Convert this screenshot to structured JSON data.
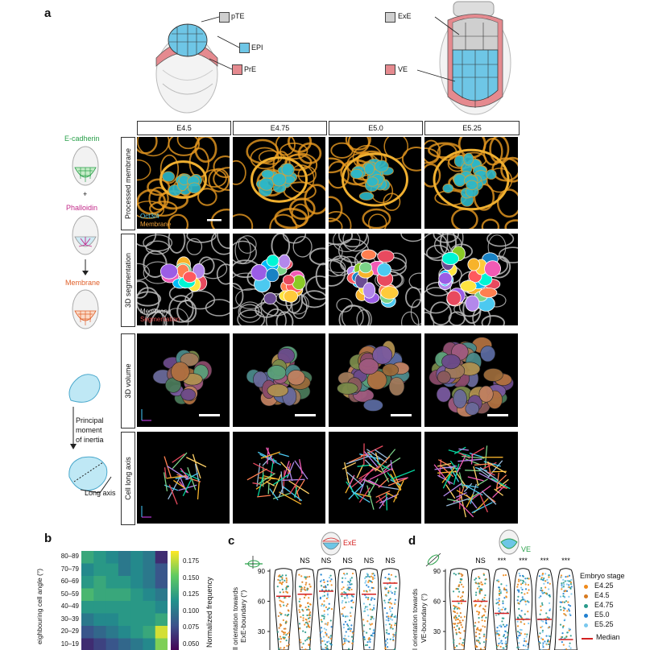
{
  "panel_letters": {
    "a": "a",
    "b": "b",
    "c": "c",
    "d": "d"
  },
  "top_schematic": {
    "left_labels": [
      "pTE",
      "EPI",
      "PrE"
    ],
    "right_labels": [
      "ExE",
      "VE"
    ],
    "colors": {
      "grey": "#cfcfcf",
      "blue": "#6ec6e6",
      "pink": "#e58a8f"
    }
  },
  "left_schematic": {
    "ecad": "E-cadherin",
    "plus": "+",
    "phalloidin": "Phalloidin",
    "membrane": "Membrane",
    "principal": [
      "Principal",
      "moment",
      "of inertia"
    ],
    "long_axis": "Long axis"
  },
  "stages": [
    "E4.5",
    "E4.75",
    "E5.0",
    "E5.25"
  ],
  "rows": [
    "Processed membrane",
    "3D segmentation",
    "3D volume",
    "Cell long axis"
  ],
  "row1_legend": {
    "oct": "Oct3/4",
    "mem": "Membrane"
  },
  "row2_legend": {
    "mem": "Membrane",
    "seg": "Segmentation"
  },
  "panel_b": {
    "ylabel": "eighbouring cell angle (°)",
    "yticks": [
      "80–89",
      "70–79",
      "60–69",
      "50–59",
      "40–49",
      "30–39",
      "20–29",
      "10–19"
    ],
    "cbar_ticks": [
      "0.175",
      "0.150",
      "0.125",
      "0.100",
      "0.075",
      "0.050"
    ],
    "cbar_label": "Normalized frequency",
    "heatmap": [
      [
        0.13,
        0.12,
        0.11,
        0.1,
        0.11,
        0.1,
        0.06
      ],
      [
        0.11,
        0.12,
        0.12,
        0.1,
        0.11,
        0.1,
        0.08
      ],
      [
        0.12,
        0.13,
        0.12,
        0.12,
        0.11,
        0.1,
        0.08
      ],
      [
        0.14,
        0.13,
        0.13,
        0.13,
        0.12,
        0.11,
        0.1
      ],
      [
        0.12,
        0.12,
        0.12,
        0.12,
        0.12,
        0.12,
        0.11
      ],
      [
        0.1,
        0.11,
        0.11,
        0.12,
        0.12,
        0.12,
        0.13
      ],
      [
        0.08,
        0.09,
        0.1,
        0.11,
        0.12,
        0.13,
        0.18
      ],
      [
        0.06,
        0.07,
        0.08,
        0.09,
        0.1,
        0.11,
        0.16
      ]
    ]
  },
  "panel_c": {
    "title": "ExE",
    "ylabel": [
      "ll orientation towards",
      "ExE-boundary (°)"
    ],
    "yticks": [
      "90",
      "60",
      "30"
    ],
    "sig": [
      "",
      "NS",
      "NS",
      "NS",
      "NS",
      "NS"
    ],
    "medians": [
      65,
      67,
      70,
      67,
      67,
      78
    ]
  },
  "panel_d": {
    "title": "VE",
    "ylabel": [
      "l orientation towards",
      "VE-boundary (°)"
    ],
    "yticks": [
      "90",
      "60",
      "30"
    ],
    "sig": [
      "",
      "NS",
      "***",
      "***",
      "***",
      "***"
    ],
    "medians": [
      60,
      60,
      48,
      42,
      42,
      22
    ]
  },
  "legend": {
    "title": "Embryo stage",
    "items": [
      {
        "label": "E4.25",
        "color": "#f08a1a"
      },
      {
        "label": "E4.5",
        "color": "#d77a20"
      },
      {
        "label": "E4.75",
        "color": "#2a9a8a"
      },
      {
        "label": "E5.0",
        "color": "#1f7fd0"
      },
      {
        "label": "E5.25",
        "color": "#7ac8ee"
      }
    ],
    "median": "Median",
    "median_color": "#d42020"
  }
}
